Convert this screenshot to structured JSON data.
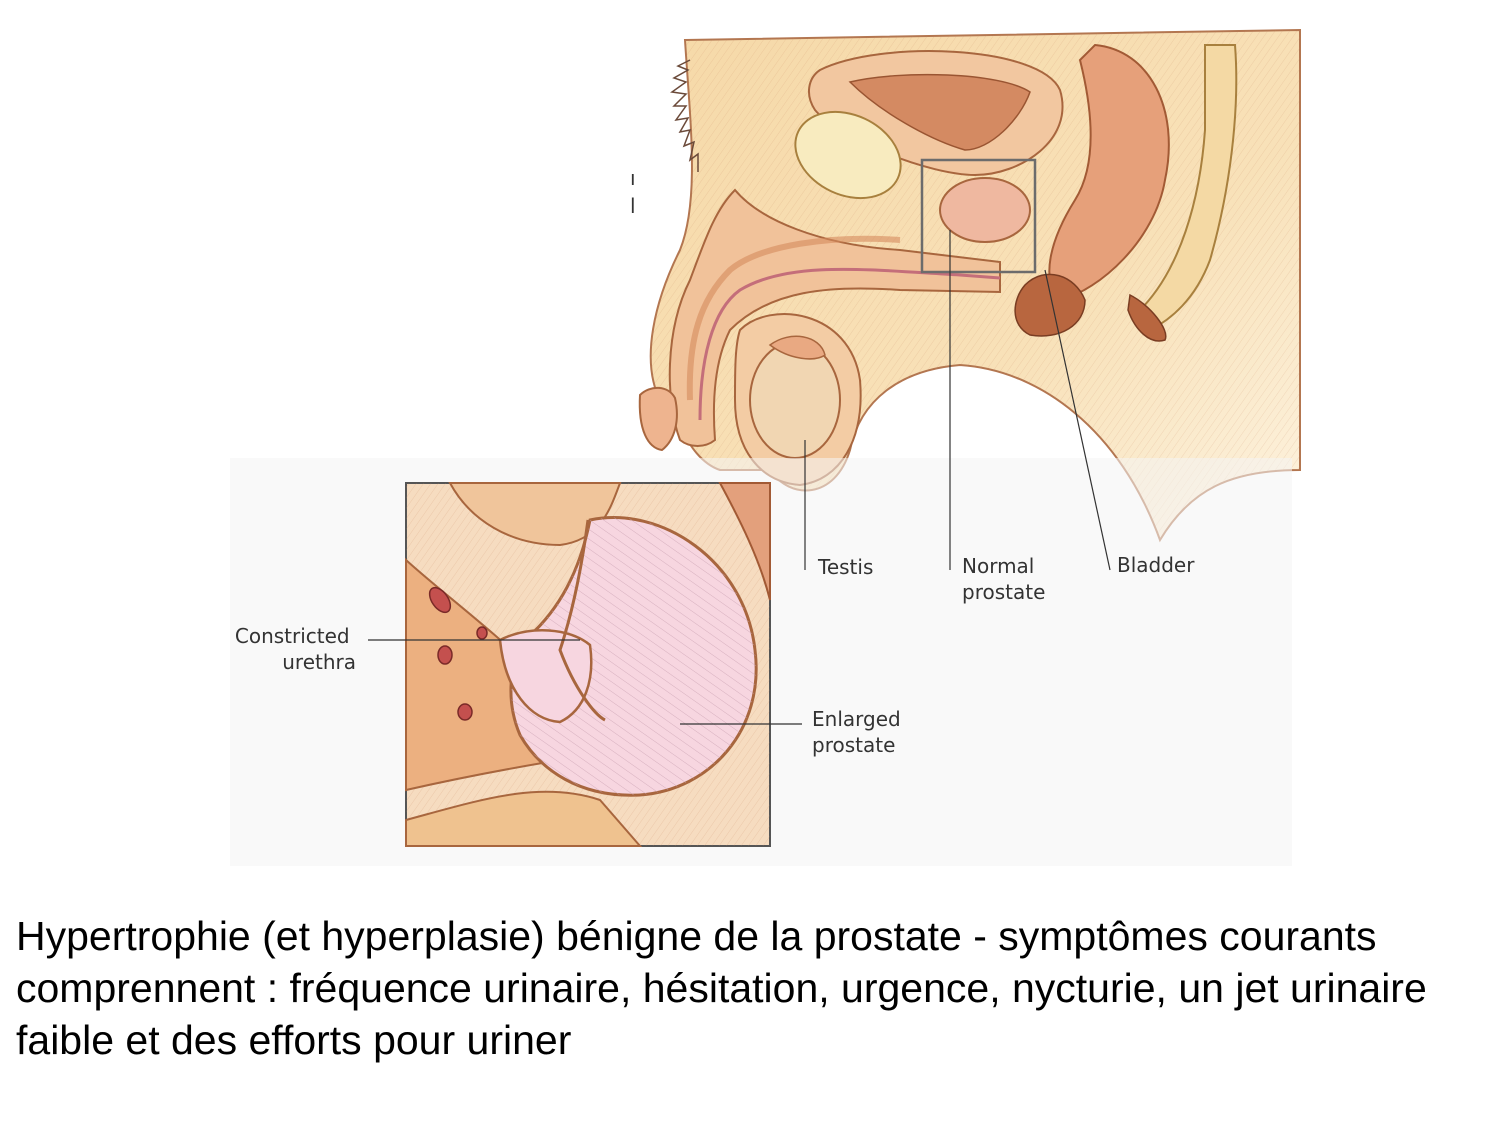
{
  "figure": {
    "labels": {
      "testis": "Testis",
      "normal_prostate": [
        "Normal",
        "prostate"
      ],
      "bladder": "Bladder",
      "constricted_urethra": [
        "Constricted",
        "urethra"
      ],
      "enlarged_prostate": [
        "Enlarged",
        "prostate"
      ]
    },
    "cropped_glyphs": [
      "ı",
      "l"
    ]
  },
  "caption": "Hypertrophie (et hyperplasie) bénigne de la prostate - symptômes courants comprennent : fréquence urinaire, hésitation, urgence, nycturie, un jet urinaire faible et des efforts pour uriner"
}
